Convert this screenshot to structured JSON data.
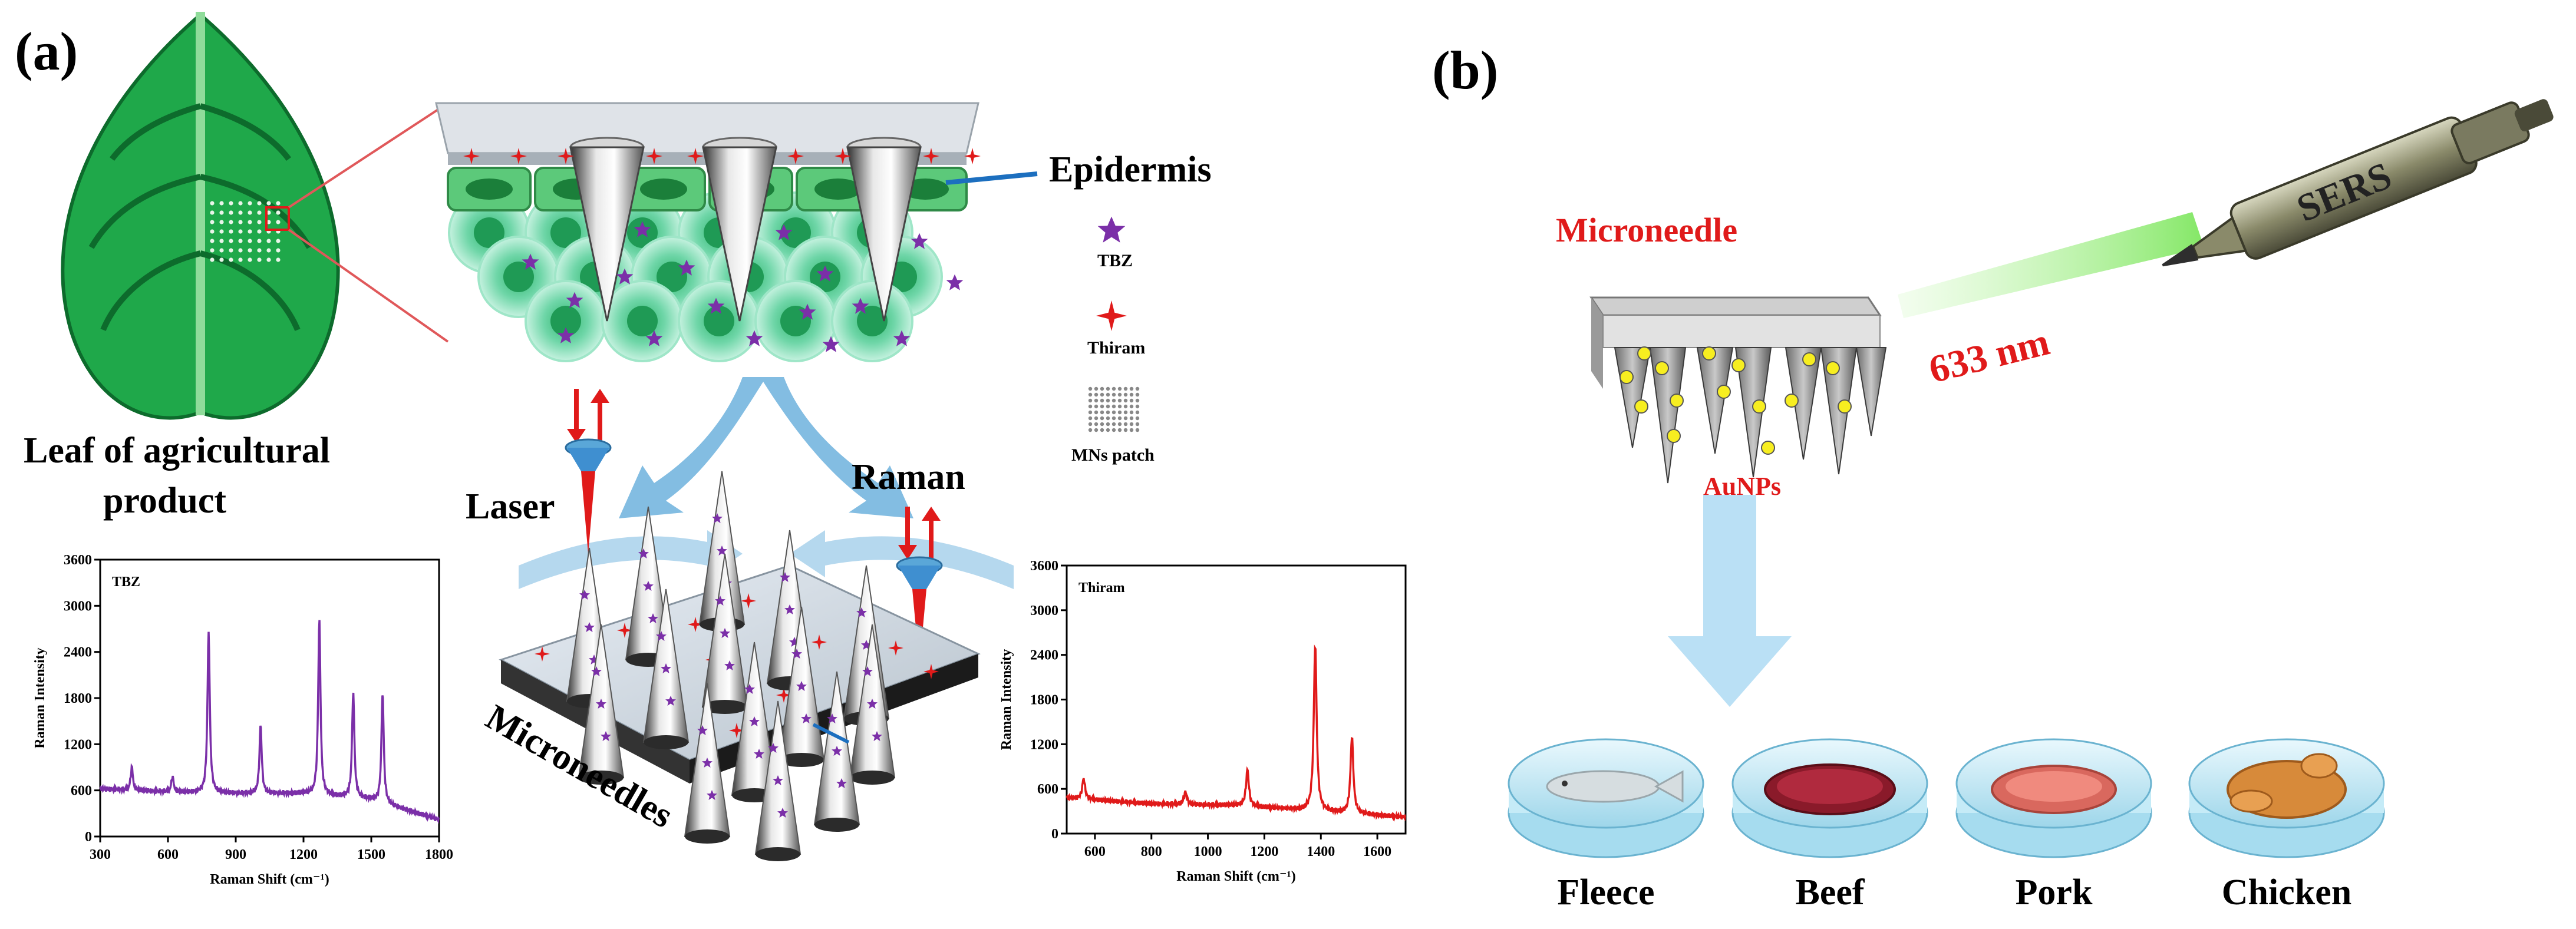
{
  "panel_a": {
    "label": "(a)",
    "leaf_caption_1": "Leaf of agricultural",
    "leaf_caption_2": "product",
    "epidermis": "Epidermis",
    "legend": {
      "tbz": "TBZ",
      "thiram": "Thiram",
      "patch": "MNs patch"
    },
    "laser": "Laser",
    "raman": "Raman",
    "microneedles": "Microneedles"
  },
  "panel_b": {
    "label": "(b)",
    "microneedle": "Microneedle",
    "sers": "SERS",
    "wavelength": "633 nm",
    "aunps": "AuNPs",
    "samples": [
      "Fleece",
      "Beef",
      "Pork",
      "Chicken"
    ]
  },
  "colors": {
    "purple": "#7b2fa8",
    "red": "#e01a1a",
    "leaf": "#1fa84a",
    "cell": "#7fd9b5",
    "arrow": "#5aa7d8"
  },
  "chart_data": [
    {
      "type": "line",
      "title": "TBZ",
      "xlabel": "Raman  Shift (cm⁻¹)",
      "ylabel": "Raman Intensity",
      "xlim": [
        300,
        1800
      ],
      "ylim": [
        0,
        3600
      ],
      "xticks": [
        "300",
        "600",
        "900",
        "1200",
        "1500",
        "1800"
      ],
      "yticks": [
        "0",
        "600",
        "1200",
        "1800",
        "2400",
        "3000",
        "3600"
      ],
      "color": "#7b2fa8",
      "baseline": [
        [
          300,
          620
        ],
        [
          600,
          580
        ],
        [
          900,
          560
        ],
        [
          1200,
          560
        ],
        [
          1500,
          480
        ],
        [
          1800,
          220
        ]
      ],
      "peaks": [
        [
          440,
          900
        ],
        [
          620,
          780
        ],
        [
          780,
          2680
        ],
        [
          1010,
          1450
        ],
        [
          1270,
          2830
        ],
        [
          1420,
          1880
        ],
        [
          1550,
          1880
        ]
      ]
    },
    {
      "type": "line",
      "title": "Thiram",
      "xlabel": "Raman  Shift (cm⁻¹)",
      "ylabel": "Raman Intensity",
      "xlim": [
        500,
        1700
      ],
      "ylim": [
        0,
        3600
      ],
      "xticks": [
        "600",
        "800",
        "1000",
        "1200",
        "1400",
        "1600"
      ],
      "yticks": [
        "0",
        "600",
        "1200",
        "1800",
        "2400",
        "3000",
        "3600"
      ],
      "color": "#e01a1a",
      "baseline": [
        [
          500,
          480
        ],
        [
          800,
          400
        ],
        [
          1100,
          380
        ],
        [
          1400,
          300
        ],
        [
          1700,
          220
        ]
      ],
      "peaks": [
        [
          560,
          740
        ],
        [
          920,
          560
        ],
        [
          1140,
          860
        ],
        [
          1380,
          2540
        ],
        [
          1510,
          1300
        ]
      ]
    }
  ]
}
